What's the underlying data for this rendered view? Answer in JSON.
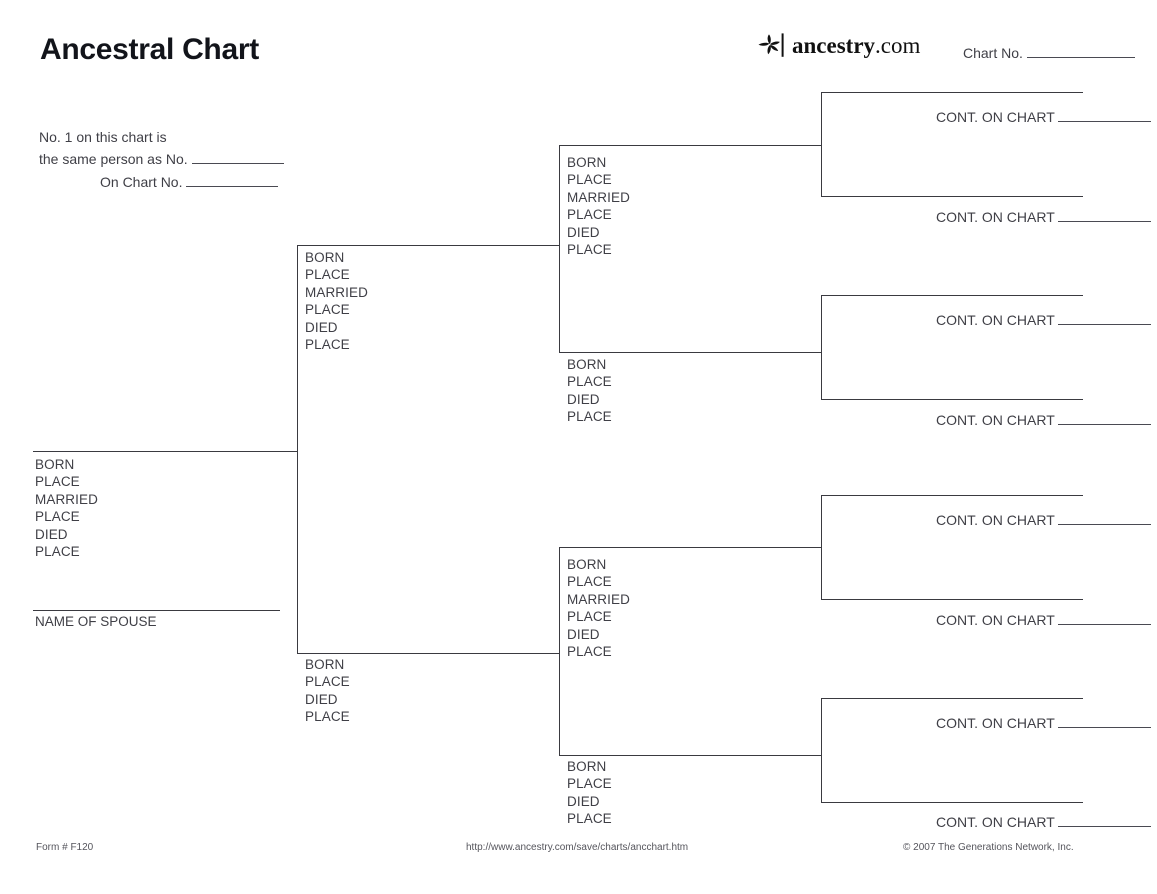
{
  "page": {
    "title": "Ancestral Chart",
    "ink_color": "#3f3f46",
    "line_color": "#3a3a40"
  },
  "logo": {
    "icon": "ancestry-leaf-icon",
    "word_bold": "ancestry",
    "word_light": ".com"
  },
  "header": {
    "chart_no_label": "Chart No.",
    "same_person_line1": "No. 1 on this chart is",
    "same_person_line2": "the same person as No.",
    "on_chart_no_label": "On Chart No."
  },
  "field_labels": {
    "born": "BORN",
    "place": "PLACE",
    "married": "MARRIED",
    "died": "DIED",
    "name_of_spouse": "NAME OF SPOUSE",
    "cont_on_chart": "CONT. ON CHART"
  },
  "person_blocks": [
    {
      "id": "person-1",
      "generation": 1,
      "fields": [
        "BORN",
        "PLACE",
        "MARRIED",
        "PLACE",
        "DIED",
        "PLACE"
      ],
      "spouse_label": "NAME OF SPOUSE"
    },
    {
      "id": "person-2-father",
      "generation": 2,
      "fields": [
        "BORN",
        "PLACE",
        "MARRIED",
        "PLACE",
        "DIED",
        "PLACE"
      ]
    },
    {
      "id": "person-3-mother",
      "generation": 2,
      "fields": [
        "BORN",
        "PLACE",
        "DIED",
        "PLACE"
      ]
    },
    {
      "id": "person-4",
      "generation": 3,
      "fields": [
        "BORN",
        "PLACE",
        "MARRIED",
        "PLACE",
        "DIED",
        "PLACE"
      ]
    },
    {
      "id": "person-5",
      "generation": 3,
      "fields": [
        "BORN",
        "PLACE",
        "DIED",
        "PLACE"
      ]
    },
    {
      "id": "person-6",
      "generation": 3,
      "fields": [
        "BORN",
        "PLACE",
        "MARRIED",
        "PLACE",
        "DIED",
        "PLACE"
      ]
    },
    {
      "id": "person-7",
      "generation": 3,
      "fields": [
        "BORN",
        "PLACE",
        "DIED",
        "PLACE"
      ]
    }
  ],
  "cont_slots": [
    {
      "id": "cont-8",
      "label": "CONT. ON CHART"
    },
    {
      "id": "cont-9",
      "label": "CONT. ON CHART"
    },
    {
      "id": "cont-10",
      "label": "CONT. ON CHART"
    },
    {
      "id": "cont-11",
      "label": "CONT. ON CHART"
    },
    {
      "id": "cont-12",
      "label": "CONT. ON CHART"
    },
    {
      "id": "cont-13",
      "label": "CONT. ON CHART"
    },
    {
      "id": "cont-14",
      "label": "CONT. ON CHART"
    },
    {
      "id": "cont-15",
      "label": "CONT. ON CHART"
    }
  ],
  "footer": {
    "form_number": "Form # F120",
    "url": "http://www.ancestry.com/save/charts/ancchart.htm",
    "copyright": "© 2007 The Generations Network, Inc."
  }
}
